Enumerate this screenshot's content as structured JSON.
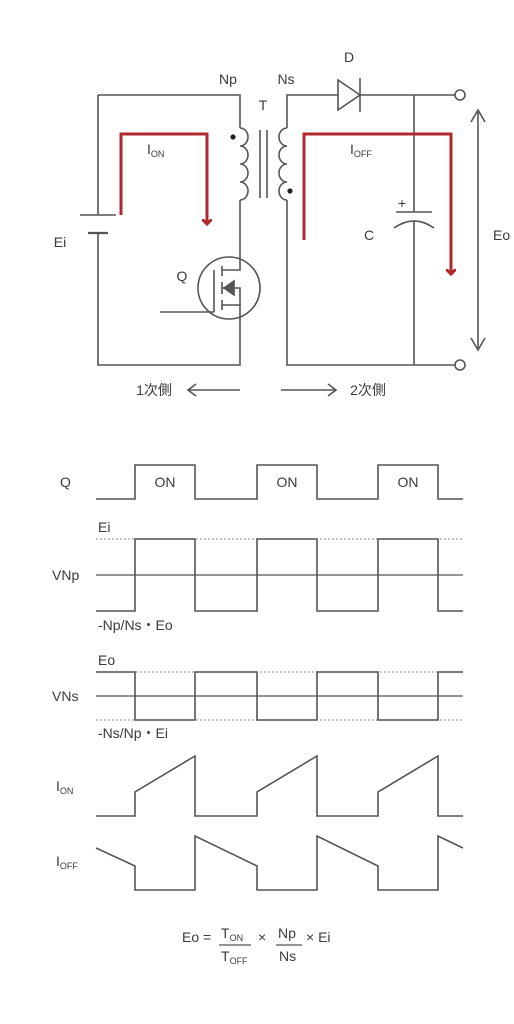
{
  "colors": {
    "line": "#555555",
    "arrow_red": "#b0282d",
    "text": "#3a3a3a",
    "dotted": "#888888"
  },
  "circuit": {
    "labels": {
      "np": "Np",
      "ns": "Ns",
      "t": "T",
      "d": "D",
      "ei": "Ei",
      "q": "Q",
      "c": "C",
      "c_plus": "+",
      "eo": "Eo",
      "ion_main": "I",
      "ion_sub": "ON",
      "ioff_main": "I",
      "ioff_sub": "OFF",
      "primary": "1次側",
      "secondary": "2次側"
    }
  },
  "waveforms": {
    "q_label": "Q",
    "on_label": "ON",
    "vnp_label": "VNp",
    "vnp_top": "Ei",
    "vnp_bottom": "-Np/Ns・Eo",
    "vns_label": "VNs",
    "vns_top": "Eo",
    "vns_bottom": "-Ns/Np・Ei",
    "ion_main": "I",
    "ion_sub": "ON",
    "ioff_main": "I",
    "ioff_sub": "OFF"
  },
  "formula": {
    "lhs": "Eo =",
    "num_main": "T",
    "num_sub": "ON",
    "den_main": "T",
    "den_sub": "OFF",
    "times1": "×",
    "np": "Np",
    "ns": "Ns",
    "times2": "× Ei"
  }
}
